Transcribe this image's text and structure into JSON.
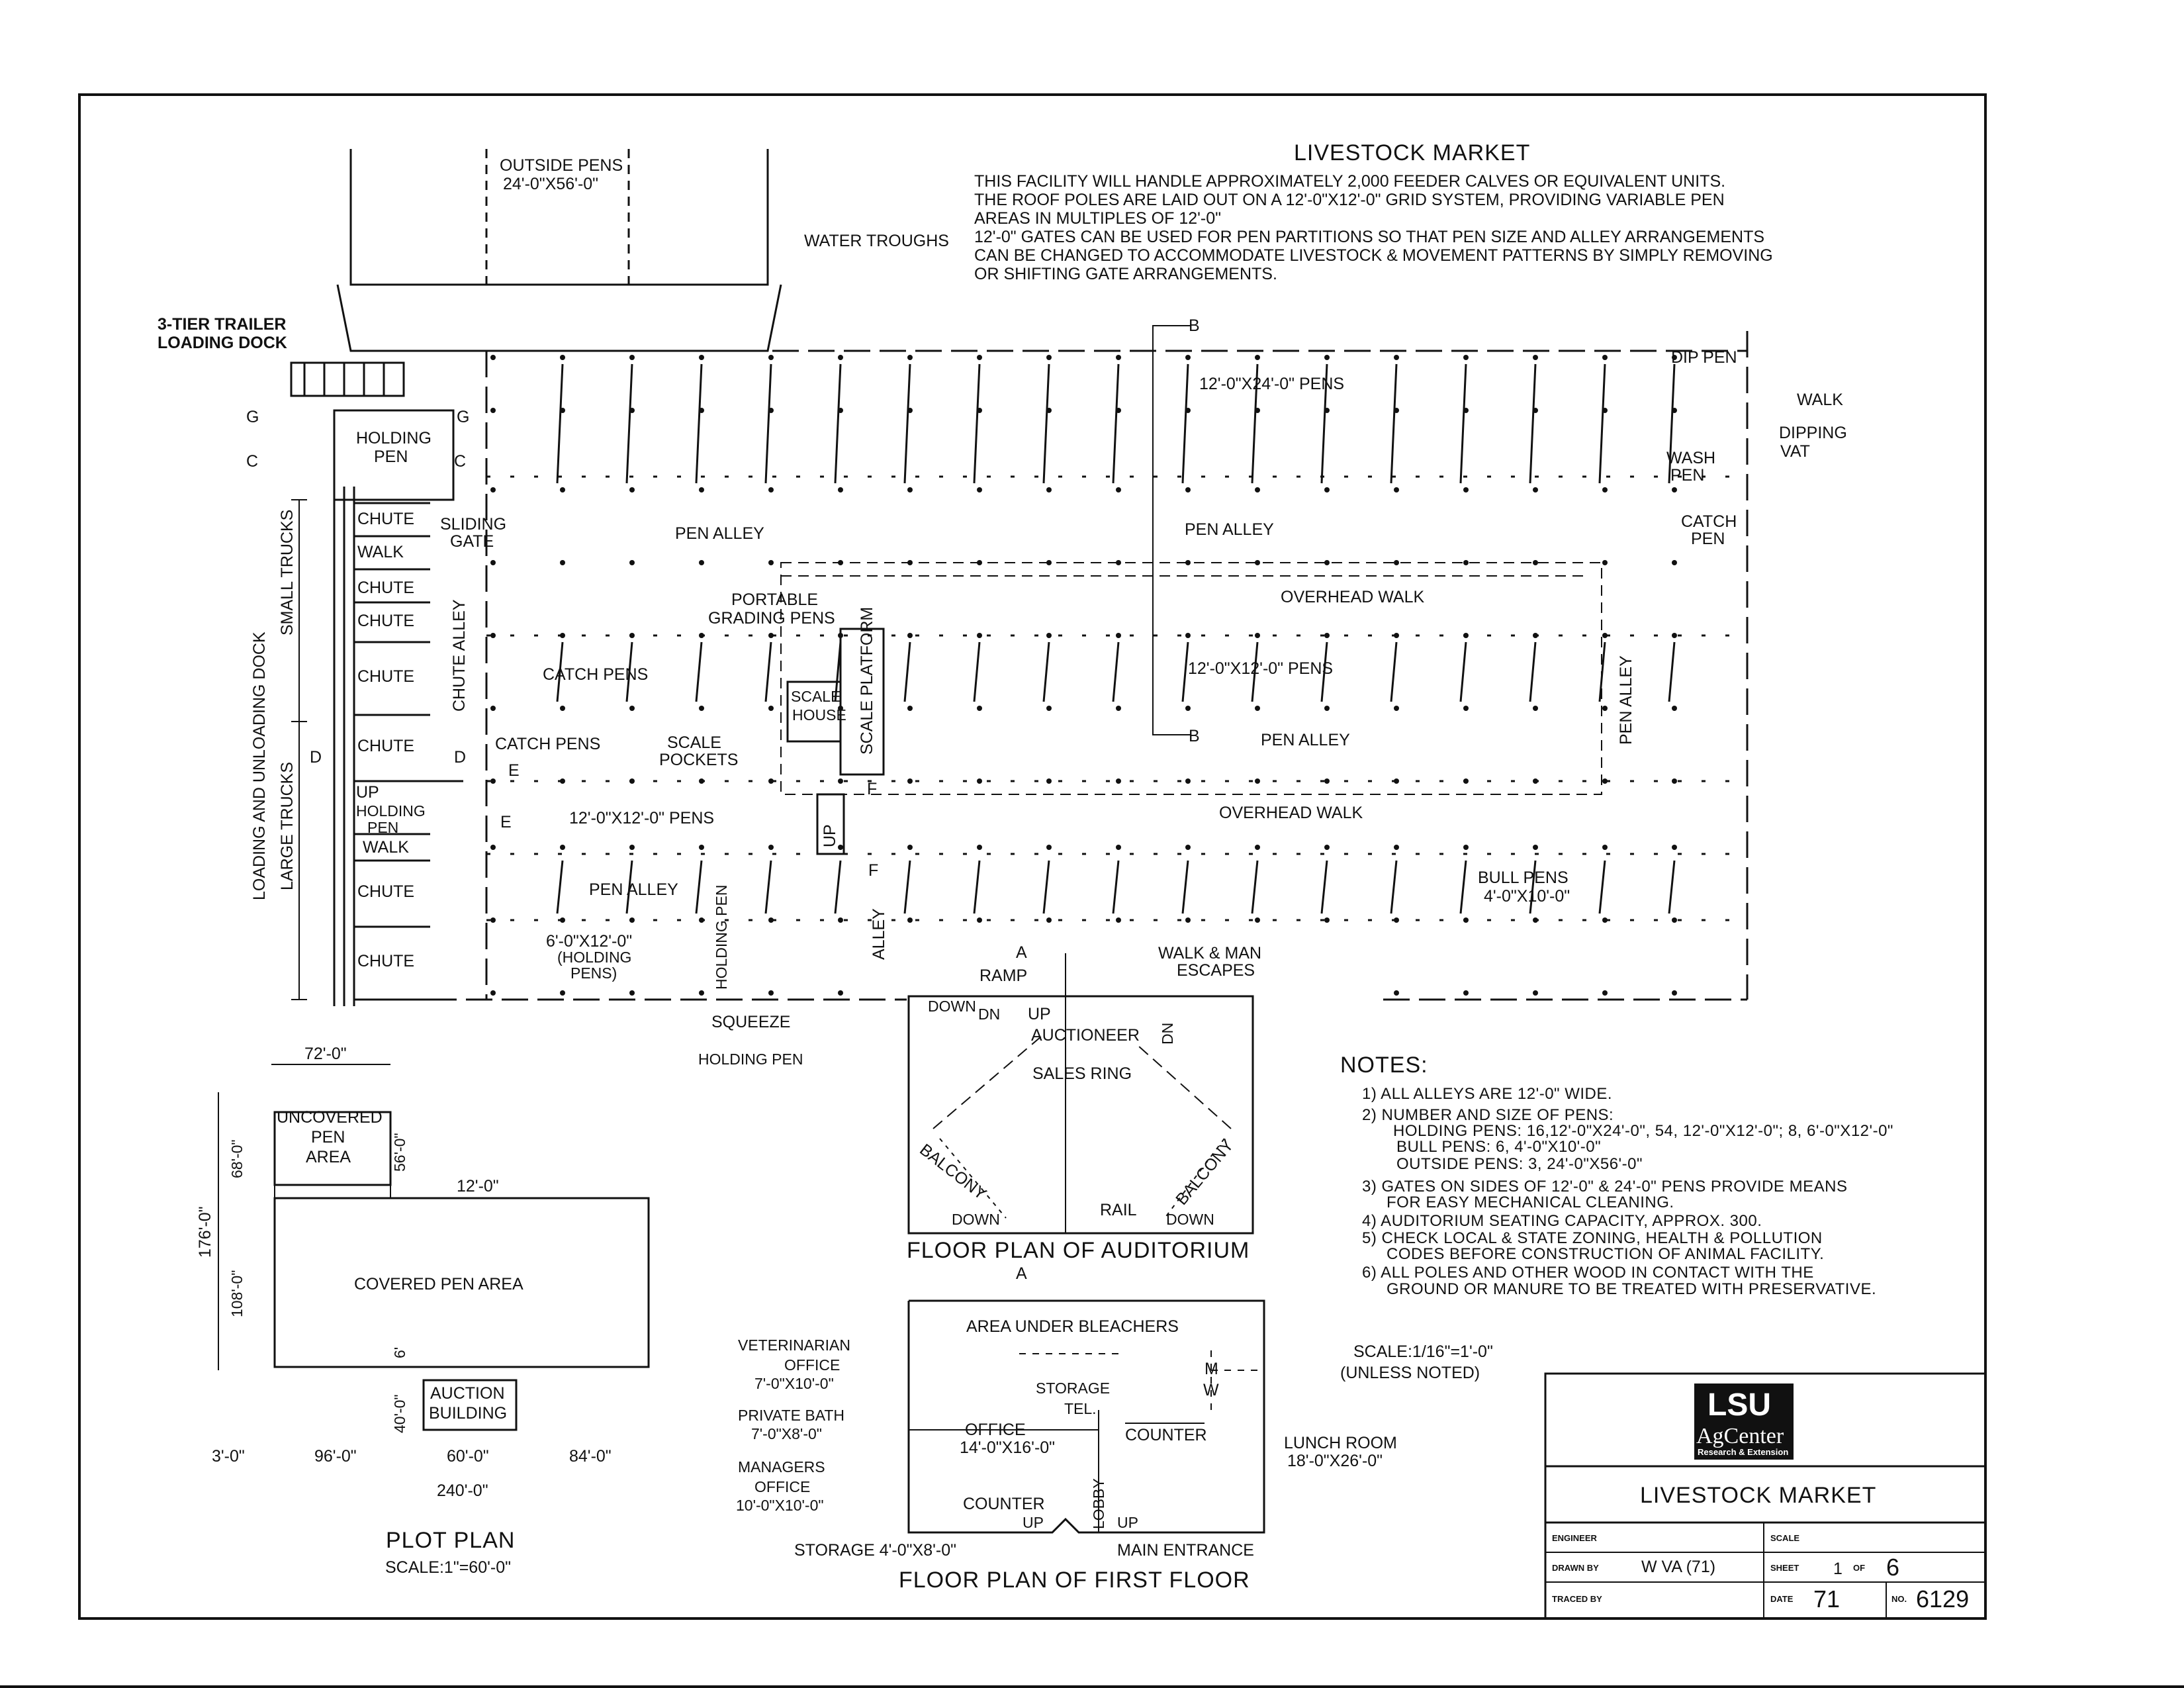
{
  "title": {
    "heading": "LIVESTOCK MARKET",
    "description": [
      "THIS FACILITY WILL HANDLE APPROXIMATELY 2,000 FEEDER CALVES OR EQUIVALENT UNITS.",
      "THE ROOF POLES ARE LAID OUT ON A 12'-0\"X12'-0\" GRID SYSTEM, PROVIDING VARIABLE PEN",
      "AREAS IN MULTIPLES OF 12'-0\"",
      "12'-0\" GATES CAN BE USED FOR PEN PARTITIONS SO THAT PEN SIZE AND ALLEY ARRANGEMENTS",
      "CAN BE CHANGED TO ACCOMMODATE LIVESTOCK & MOVEMENT PATTERNS BY SIMPLY REMOVING",
      "OR SHIFTING GATE ARRANGEMENTS."
    ]
  },
  "site_plan": {
    "outside_pens": [
      "OUTSIDE PENS",
      "24'-0\"X56'-0\""
    ],
    "water_troughs": "WATER TROUGHS",
    "trailer_dock": [
      "3-TIER TRAILER",
      "LOADING DOCK"
    ],
    "holding_pen": [
      "HOLDING",
      "PEN"
    ],
    "chute": "CHUTE",
    "walk": "WALK",
    "sliding_gate": [
      "SLIDING",
      "GATE"
    ],
    "small_trucks": "SMALL TRUCKS",
    "loading_dock": "LOADING AND UNLOADING DOCK",
    "large_trucks": "LARGE TRUCKS",
    "chute_alley": "CHUTE ALLEY",
    "pen_alley": "PEN ALLEY",
    "portable_grading": [
      "PORTABLE",
      "GRADING PENS"
    ],
    "catch_pens": "CATCH PENS",
    "scale_house": [
      "SCALE",
      "HOUSE"
    ],
    "scale_platform": "SCALE PLATFORM",
    "scale_pockets": [
      "SCALE",
      "POCKETS"
    ],
    "up": "UP",
    "pens_12x12": "12'-0\"X12'-0\" PENS",
    "pens_12x24": "12'-0\"X24'-0\" PENS",
    "holding_pens_6x12": [
      "6'-0\"X12'-0\"",
      "(HOLDING",
      "PENS)"
    ],
    "holding_pen_small": "HOLDING PEN",
    "alley": "ALLEY",
    "squeeze": "SQUEEZE",
    "overhead_walk": "OVERHEAD WALK",
    "dip_pen": "DIP PEN",
    "dipping_vat": [
      "DIPPING",
      "VAT"
    ],
    "wash_pen": [
      "WASH",
      "PEN"
    ],
    "catch_pen": [
      "CATCH",
      "PEN"
    ],
    "bull_pens": [
      "BULL PENS",
      "4'-0\"X10'-0\""
    ],
    "walk_man_escapes": [
      "WALK & MAN",
      "ESCAPES"
    ],
    "ramp": "RAMP",
    "section_marks": [
      "A",
      "B",
      "C",
      "D",
      "E",
      "F",
      "G"
    ]
  },
  "auditorium": {
    "labels": [
      "DOWN",
      "DN",
      "UP",
      "AUCTIONEER",
      "SALES RING",
      "BALCONY",
      "BALCONY",
      "DOWN",
      "RAIL",
      "DOWN",
      "DN"
    ],
    "caption": "FLOOR PLAN OF AUDITORIUM"
  },
  "first_floor": {
    "area_under_bleachers": "AREA UNDER BLEACHERS",
    "storage": "STORAGE",
    "tel": "TEL.",
    "office": [
      "OFFICE",
      "14'-0\"X16'-0\""
    ],
    "counter": "COUNTER",
    "lobby": "LOBBY",
    "mw": [
      "M",
      "W"
    ],
    "up": "UP",
    "vet_office": [
      "VETERINARIAN",
      "OFFICE",
      "7'-0\"X10'-0\""
    ],
    "private_bath": [
      "PRIVATE BATH",
      "7'-0\"X8'-0\""
    ],
    "managers_office": [
      "MANAGERS",
      "OFFICE",
      "10'-0\"X10'-0\""
    ],
    "storage_size": "STORAGE 4'-0\"X8'-0\"",
    "main_entrance": "MAIN ENTRANCE",
    "lunch_room": [
      "LUNCH ROOM",
      "18'-0\"X26'-0\""
    ],
    "caption": "FLOOR PLAN OF FIRST FLOOR"
  },
  "plot_plan": {
    "dim_top": "72'-0\"",
    "uncovered": [
      "UNCOVERED",
      "PEN",
      "AREA"
    ],
    "dim_56": "56'-0\"",
    "dim_12": "12'-0\"",
    "dim_176": "176'-0\"",
    "dim_68": "68'-0\"",
    "dim_108": "108'-0\"",
    "covered": "COVERED PEN AREA",
    "dim_6": "6'",
    "auction": [
      "AUCTION",
      "BUILDING"
    ],
    "dim_40": "40'-0\"",
    "bottom_dims": [
      "3'-0\"",
      "96'-0\"",
      "60'-0\"",
      "84'-0\""
    ],
    "dim_240": "240'-0\"",
    "caption": "PLOT PLAN",
    "scale": "SCALE:1\"=60'-0\""
  },
  "notes": {
    "heading": "NOTES:",
    "lines": [
      "1) ALL ALLEYS ARE 12'-0\" WIDE.",
      "2) NUMBER AND SIZE OF PENS:",
      "HOLDING PENS: 16,12'-0\"X24'-0\", 54, 12'-0\"X12'-0\"; 8, 6'-0\"X12'-0\"",
      "BULL PENS: 6, 4'-0\"X10'-0\"",
      "OUTSIDE PENS: 3, 24'-0\"X56'-0\"",
      "3) GATES ON SIDES OF 12'-0\" & 24'-0\" PENS PROVIDE MEANS",
      "FOR EASY MECHANICAL CLEANING.",
      "4) AUDITORIUM SEATING CAPACITY, APPROX. 300.",
      "5) CHECK LOCAL & STATE ZONING, HEALTH & POLLUTION",
      "CODES BEFORE CONSTRUCTION OF ANIMAL FACILITY.",
      "6) ALL POLES AND OTHER WOOD IN CONTACT WITH THE",
      "GROUND OR MANURE TO BE TREATED WITH PRESERVATIVE."
    ],
    "scale": [
      "SCALE:1/16\"=1'-0\"",
      "(UNLESS NOTED)"
    ]
  },
  "title_block": {
    "logo_top": "LSU",
    "logo_mid": "AgCenter",
    "logo_sub": "Research & Extension",
    "title": "LIVESTOCK MARKET",
    "engineer_label": "ENGINEER",
    "scale_label": "SCALE",
    "drawn_label": "DRAWN BY",
    "drawn_value": "W VA (71)",
    "sheet_label": "SHEET",
    "sheet_value": "1",
    "of_label": "OF",
    "of_value": "6",
    "traced_label": "TRACED BY",
    "date_label": "DATE",
    "date_value": "71",
    "no_label": "NO.",
    "no_value": "6129"
  },
  "colors": {
    "ink": "#111111",
    "paper": "#ffffff"
  }
}
